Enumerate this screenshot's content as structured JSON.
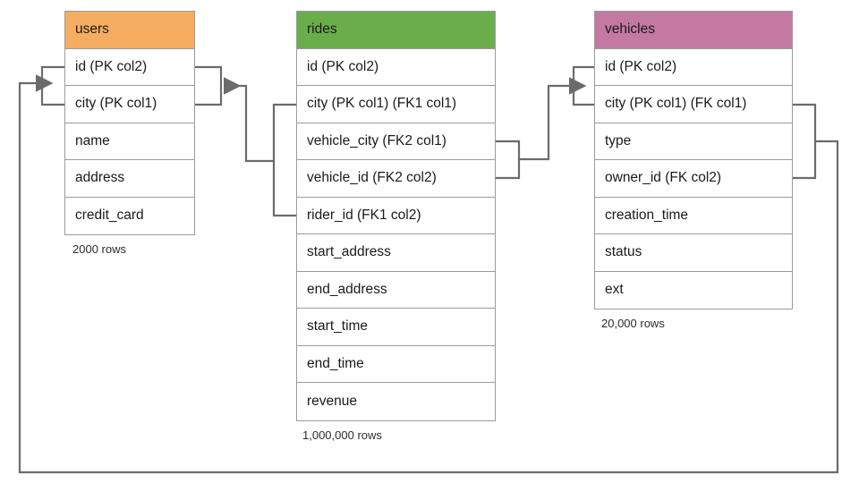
{
  "diagram": {
    "type": "er-diagram",
    "title": "",
    "background": "#ffffff",
    "line_color": "#6b6b6b"
  },
  "tables": [
    {
      "name": "users",
      "header_color": "#f5ae61",
      "row_count_label": "2000 rows",
      "fields": [
        {
          "label": "id (PK col2)"
        },
        {
          "label": "city (PK col1)"
        },
        {
          "label": "name"
        },
        {
          "label": "address"
        },
        {
          "label": "credit_card"
        }
      ]
    },
    {
      "name": "rides",
      "header_color": "#6aae4c",
      "row_count_label": "1,000,000 rows",
      "fields": [
        {
          "label": "id (PK col2)"
        },
        {
          "label": "city (PK col1) (FK1 col1)"
        },
        {
          "label": "vehicle_city (FK2 col1)"
        },
        {
          "label": "vehicle_id (FK2 col2)"
        },
        {
          "label": "rider_id (FK1 col2)"
        },
        {
          "label": "start_address"
        },
        {
          "label": "end_address"
        },
        {
          "label": "start_time"
        },
        {
          "label": "end_time"
        },
        {
          "label": "revenue"
        }
      ]
    },
    {
      "name": "vehicles",
      "header_color": "#c479a3",
      "row_count_label": "20,000 rows",
      "fields": [
        {
          "label": "id (PK col2)"
        },
        {
          "label": "city (PK col1) (FK col1)"
        },
        {
          "label": "type"
        },
        {
          "label": "owner_id (FK col2)"
        },
        {
          "label": "creation_time"
        },
        {
          "label": "status"
        },
        {
          "label": "ext"
        }
      ]
    }
  ],
  "relationships": [
    {
      "name": "rides-fk1-users",
      "from": "rides.city + rides.rider_id",
      "to": "users.id + users.city"
    },
    {
      "name": "rides-fk2-vehicles",
      "from": "rides.vehicle_city + rides.vehicle_id",
      "to": "vehicles.id + vehicles.city"
    },
    {
      "name": "vehicles-fk-users",
      "from": "vehicles.city + vehicles.owner_id",
      "to": "users.id + users.city"
    }
  ]
}
